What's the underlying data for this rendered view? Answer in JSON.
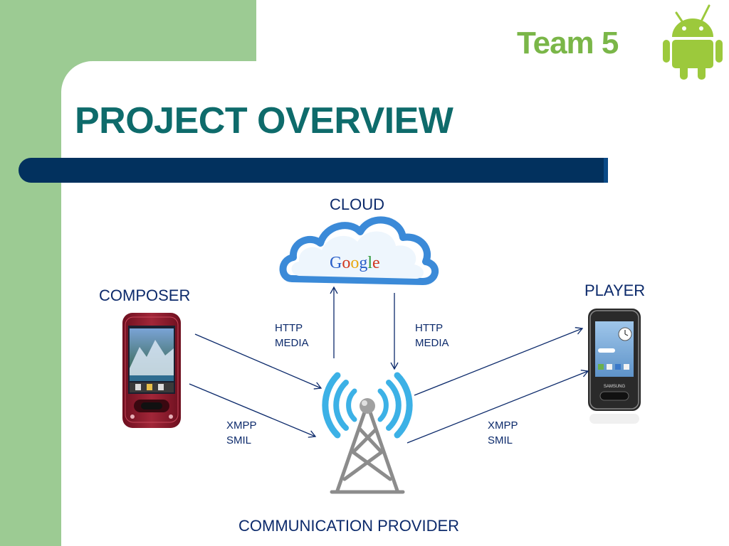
{
  "header": {
    "team": "Team 5",
    "title": "PROJECT OVERVIEW"
  },
  "nodes": {
    "cloud": "CLOUD",
    "cloud_brand": "Google",
    "composer": "COMPOSER",
    "player": "PLAYER",
    "provider": "COMMUNICATION PROVIDER"
  },
  "edges": {
    "http_up": {
      "line1": "HTTP",
      "line2": "MEDIA"
    },
    "http_down": {
      "line1": "HTTP",
      "line2": "MEDIA"
    },
    "xmpp_left": {
      "line1": "XMPP",
      "line2": "SMIL"
    },
    "xmpp_right": {
      "line1": "XMPP",
      "line2": "SMIL"
    }
  },
  "devices": {
    "player_brand": "SAMSUNG"
  },
  "colors": {
    "green_side": "#9ccb93",
    "team_green": "#7ab648",
    "title_teal": "#0e6b6b",
    "bar_navy": "#02315e",
    "label_navy": "#0c2a6b",
    "cloud_blue": "#3b8ad8",
    "composer_red": "#8b1a2b",
    "player_dark": "#2a2a2a"
  }
}
